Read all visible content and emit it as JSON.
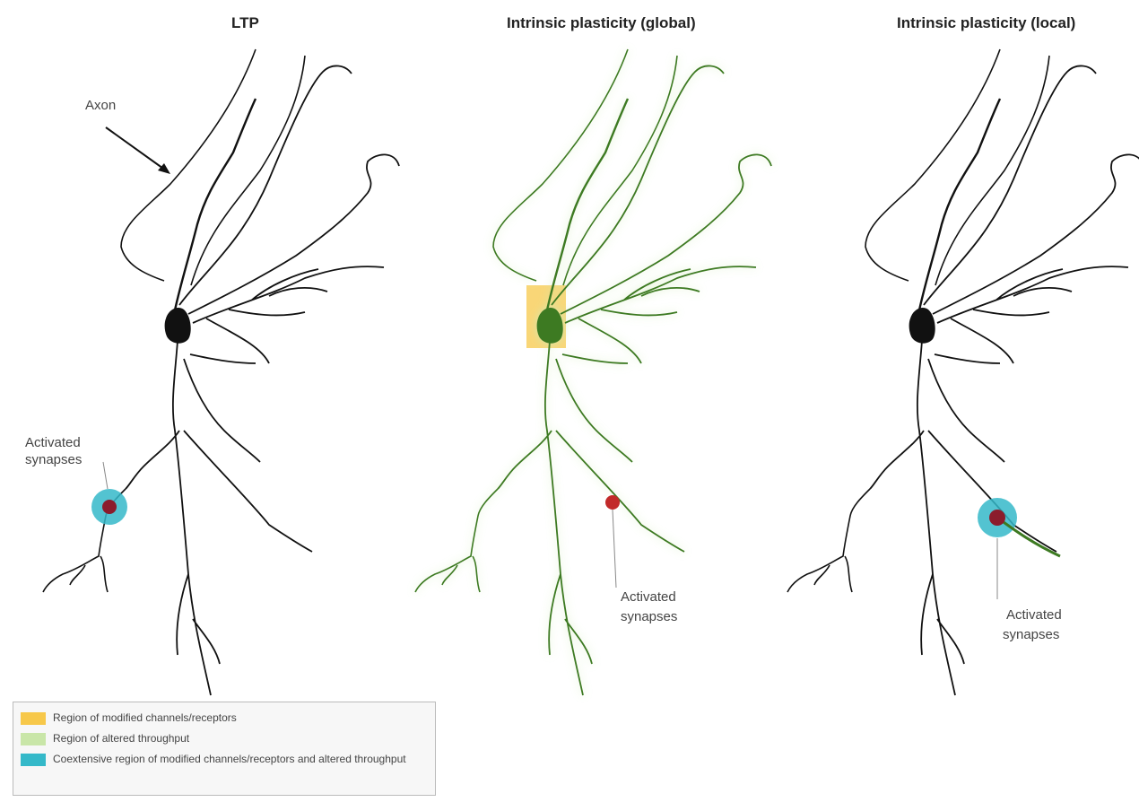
{
  "panels": [
    {
      "title": "LTP"
    },
    {
      "title": "Intrinsic plasticity (global)"
    },
    {
      "title": "Intrinsic plasticity (local)"
    }
  ],
  "labels": {
    "axon": "Axon",
    "synapse_line1": "Activated",
    "synapse_line2": "synapses"
  },
  "legend": [
    {
      "text": "Region of modified channels/receptors",
      "color": "#f7c84a"
    },
    {
      "text": "Region of altered throughput",
      "color": "#c9e6a8"
    },
    {
      "text": "Coextensive region of modified channels/receptors and altered throughput",
      "color": "#35b9c9"
    }
  ],
  "colors": {
    "dendrite": "#111111",
    "dendrite_green": "#3d7a22",
    "green_glow": "#cfeab5",
    "synapse": "#8b1c2c",
    "synapse_red": "#c22a2a",
    "coextensive": "#35b9c9",
    "soma_region": "#f7c84a"
  }
}
